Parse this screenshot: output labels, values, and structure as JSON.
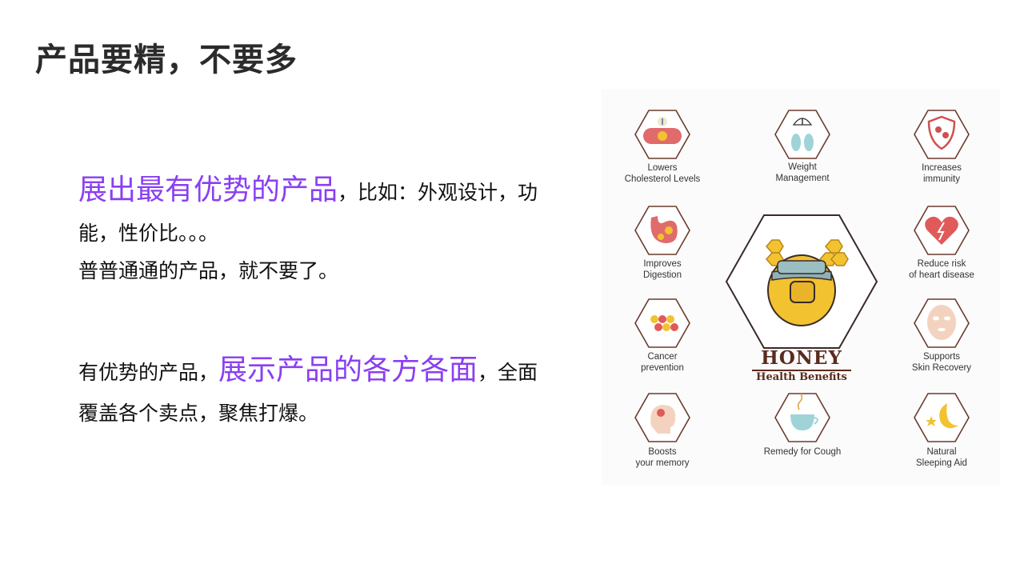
{
  "slide": {
    "title": "产品要精，不要多",
    "para1": {
      "highlight": "展出最有优势的产品",
      "rest_a": "，比如：外观设计，功",
      "rest_b": "能，性价比。。。",
      "line3": "普普通通的产品，就不要了。"
    },
    "para2": {
      "prefix": "有优势的产品，",
      "highlight": "展示产品的各方各面",
      "suffix": "，全面",
      "line2": "覆盖各个卖点，聚焦打爆。"
    }
  },
  "colors": {
    "highlight": "#8a3ff2",
    "hex_stroke": "#6b3a2e",
    "honey": "#f2c230"
  },
  "infographic": {
    "title": "HONEY",
    "subtitle": "Health Benefits",
    "benefits": [
      {
        "label_1": "Lowers",
        "label_2": "Cholesterol Levels",
        "icon": "cholesterol-icon"
      },
      {
        "label_1": "Weight",
        "label_2": "Management",
        "icon": "scale-icon"
      },
      {
        "label_1": "Increases",
        "label_2": "immunity",
        "icon": "shield-icon"
      },
      {
        "label_1": "Improves",
        "label_2": "Digestion",
        "icon": "stomach-icon"
      },
      {
        "label_1": "Reduce risk",
        "label_2": "of heart disease",
        "icon": "heart-icon"
      },
      {
        "label_1": "Cancer",
        "label_2": "prevention",
        "icon": "cells-icon"
      },
      {
        "label_1": "Supports",
        "label_2": "Skin Recovery",
        "icon": "face-mask-icon"
      },
      {
        "label_1": "Boosts",
        "label_2": "your memory",
        "icon": "brain-icon"
      },
      {
        "label_1": "Remedy for Cough",
        "label_2": "",
        "icon": "tea-cup-icon"
      },
      {
        "label_1": "Natural",
        "label_2": "Sleeping Aid",
        "icon": "moon-icon"
      }
    ]
  }
}
